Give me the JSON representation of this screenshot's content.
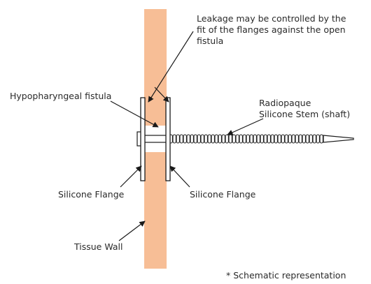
{
  "labels": {
    "leakage_line1": "Leakage may be controlled by the",
    "leakage_line2": "fit of the flanges against the open",
    "leakage_line3": "fistula",
    "fistula": "Hypopharyngeal fistula",
    "stem_line1": "Radiopaque",
    "stem_line2": "Silicone Stem (shaft)",
    "flange_left": "Silicone Flange",
    "flange_right": "Silicone Flange",
    "tissue_wall": "Tissue Wall",
    "footnote": "* Schematic representation"
  },
  "colors": {
    "tissue": "#F7BE96",
    "line": "#1a1a1a",
    "background": "#ffffff"
  }
}
